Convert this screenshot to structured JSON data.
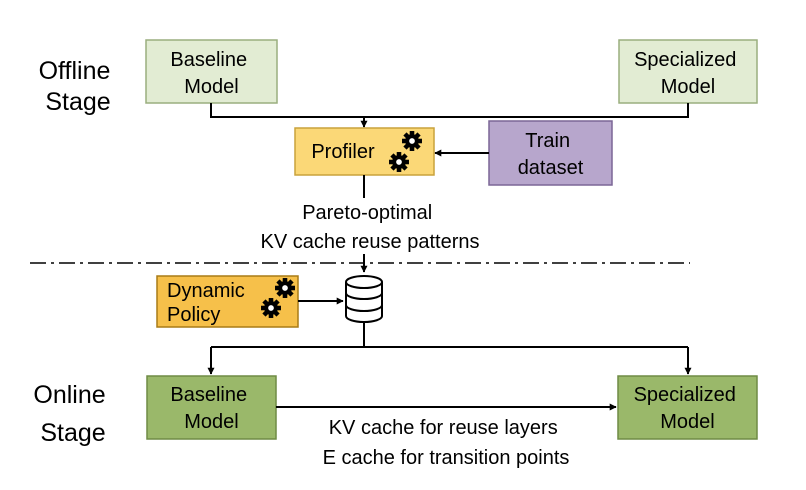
{
  "stages": {
    "offline": [
      "Offline",
      "Stage"
    ],
    "online": [
      "Online",
      "Stage"
    ]
  },
  "offline": {
    "baseline_model": [
      "Baseline",
      "Model"
    ],
    "specialized_model": [
      "Specialized",
      "Model"
    ],
    "profiler": "Profiler",
    "train_dataset": [
      "Train",
      "dataset"
    ],
    "profiler_output": [
      "Pareto-optimal",
      "KV cache reuse patterns"
    ]
  },
  "online": {
    "dynamic_policy": [
      "Dynamic",
      "Policy"
    ],
    "baseline_model": [
      "Baseline",
      "Model"
    ],
    "specialized_model": [
      "Specialized",
      "Model"
    ],
    "transfer_note": [
      "KV cache for reuse layers",
      "E cache for transition points"
    ]
  },
  "icons": {
    "profiler_icon": "gears-icon",
    "policy_icon": "gears-icon",
    "store_icon": "database-icon"
  },
  "colors": {
    "offline_model_fill": "#e2ecd3",
    "offline_model_stroke": "#9aae7e",
    "online_model_fill": "#9ab86a",
    "online_model_stroke": "#6f8b45",
    "profiler_fill": "#fbd877",
    "profiler_stroke": "#c9a23c",
    "dataset_fill": "#b7a6cc",
    "dataset_stroke": "#7b6796",
    "policy_fill": "#f6c04a",
    "policy_stroke": "#a97b16"
  }
}
